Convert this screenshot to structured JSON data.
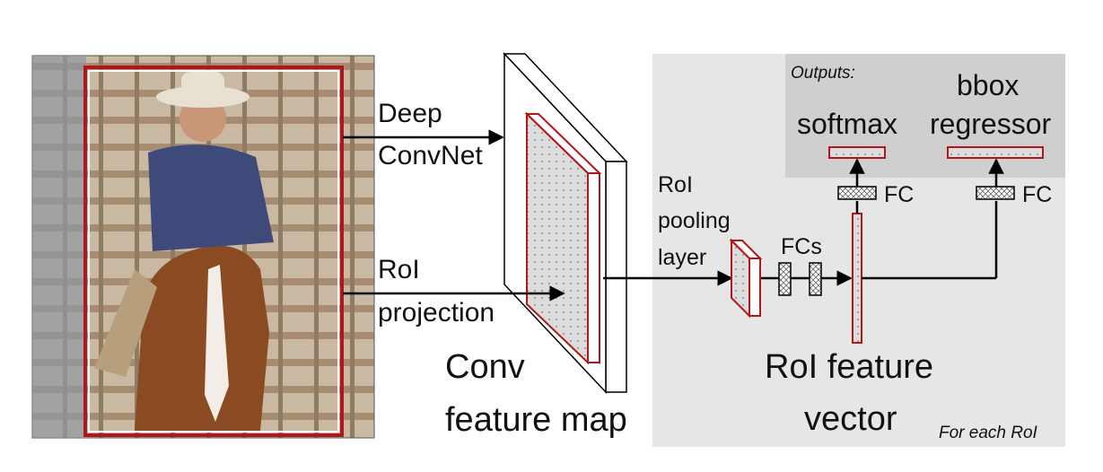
{
  "labels": {
    "deep_convnet": [
      "Deep",
      "ConvNet"
    ],
    "roi_projection": [
      "RoI",
      "projection"
    ],
    "conv_feature_map": [
      "Conv",
      "feature map"
    ],
    "roi_pooling_layer": [
      "RoI",
      "pooling",
      "layer"
    ],
    "fcs": "FCs",
    "roi_feature_vector": [
      "RoI feature",
      "vector"
    ],
    "fc_softmax": "FC",
    "fc_bbox": "FC",
    "outputs": "Outputs:",
    "softmax": "softmax",
    "bbox_regressor": [
      "bbox",
      "regressor"
    ],
    "for_each_roi": "For each RoI"
  },
  "photo": {
    "description_icon": "cowboy-on-horse-photo",
    "roi_box_color": "#b0161a"
  },
  "colors": {
    "red": "#b0161a",
    "panel_bg": "#e6e6e6",
    "outputs_bg": "#cfcfcf"
  }
}
